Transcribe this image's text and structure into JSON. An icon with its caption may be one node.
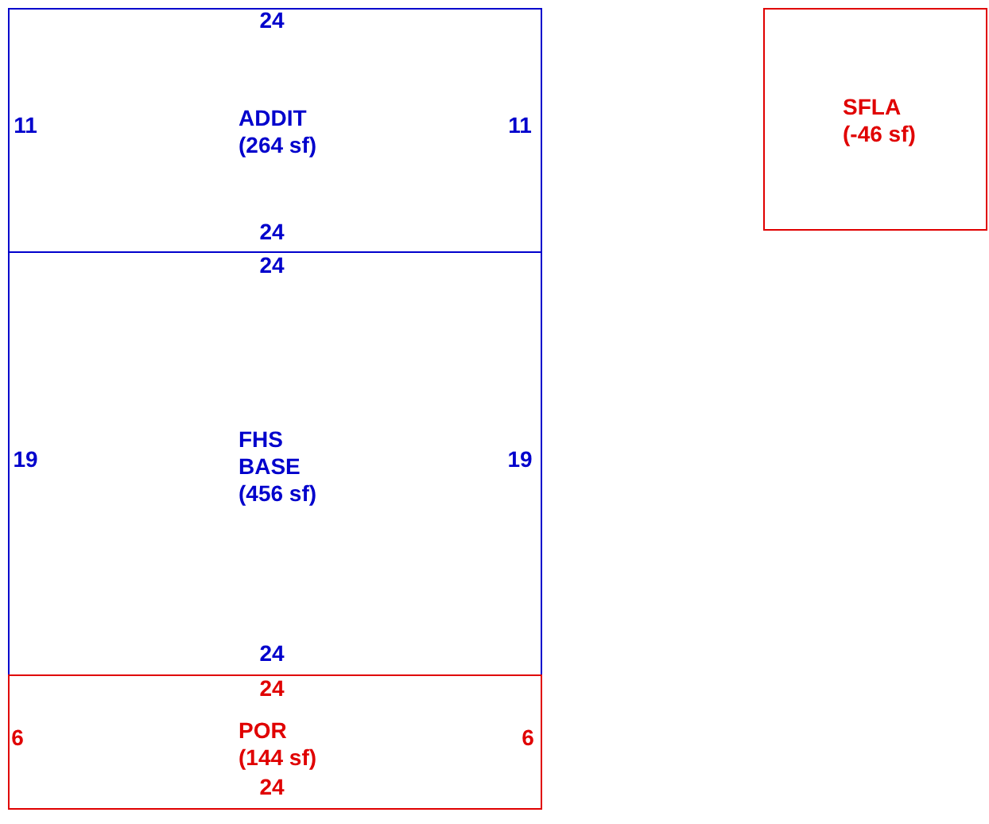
{
  "diagram": {
    "nodes": [
      {
        "text": [
          "ADDIT (264 sf)"
        ]
      },
      {
        "text": [
          "FHS BASE (456 sf)"
        ]
      },
      {
        "text": [
          "POR (144 sf)"
        ]
      },
      {
        "text": [
          "SFLA (-46 sf)"
        ]
      }
    ],
    "labels": [
      "24",
      "11",
      "11",
      "24",
      "24",
      "19",
      "19",
      "24",
      "24",
      "6",
      "6",
      "24"
    ]
  }
}
